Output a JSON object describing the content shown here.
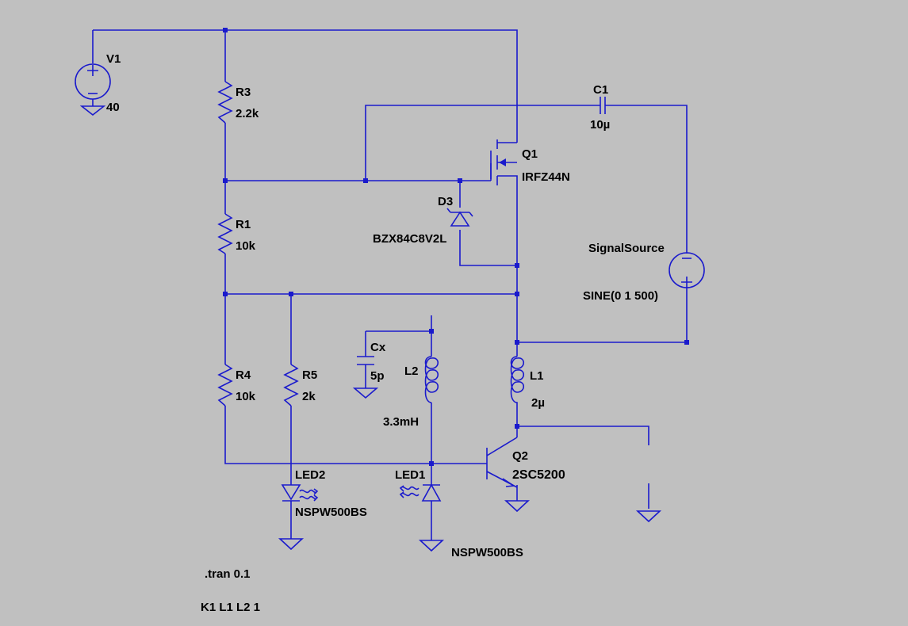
{
  "components": {
    "V1": {
      "name": "V1",
      "value": "40"
    },
    "R3": {
      "name": "R3",
      "value": "2.2k"
    },
    "R1": {
      "name": "R1",
      "value": "10k"
    },
    "R4": {
      "name": "R4",
      "value": "10k"
    },
    "R5": {
      "name": "R5",
      "value": "2k"
    },
    "C1": {
      "name": "C1",
      "value": "10µ"
    },
    "Q1": {
      "name": "Q1",
      "value": "IRFZ44N"
    },
    "D3": {
      "name": "D3",
      "value": "BZX84C8V2L"
    },
    "SignalSource": {
      "name": "SignalSource",
      "value": "SINE(0 1 500)"
    },
    "Cx": {
      "name": "Cx",
      "value": "5p"
    },
    "L2": {
      "name": "L2",
      "value": "3.3mH"
    },
    "L1": {
      "name": "L1",
      "value": "2µ"
    },
    "Q2": {
      "name": "Q2",
      "value": "2SC5200"
    },
    "LED2": {
      "name": "LED2",
      "value": "NSPW500BS"
    },
    "LED1": {
      "name": "LED1",
      "value": "NSPW500BS"
    }
  },
  "directives": {
    "tran": ".tran 0.1",
    "coupling": "K1 L1 L2 1"
  },
  "colors": {
    "background": "#c0c0c0",
    "wire": "#1a1acc",
    "text": "#000000"
  }
}
